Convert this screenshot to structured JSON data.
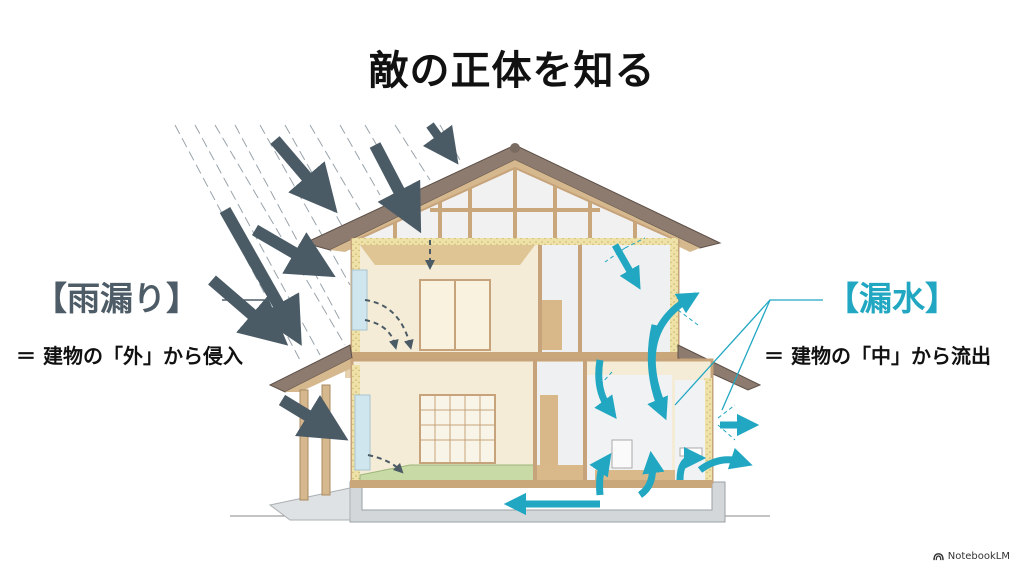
{
  "title": "敵の正体を知る",
  "left_label": {
    "heading": "【雨漏り】",
    "description": "＝ 建物の「外」から侵入",
    "color": "#4d5c66"
  },
  "right_label": {
    "heading": "【漏水】",
    "description": "＝ 建物の「中」から流出",
    "color": "#21a7c2"
  },
  "illustration": {
    "subject": "two-story Japanese wooden house cross-section",
    "rain_arrows_color": "#4b5b66",
    "leak_arrows_color": "#21a7c2"
  },
  "brand": {
    "name": "NotebookLM",
    "icon": "notebooklm-logo-icon"
  }
}
